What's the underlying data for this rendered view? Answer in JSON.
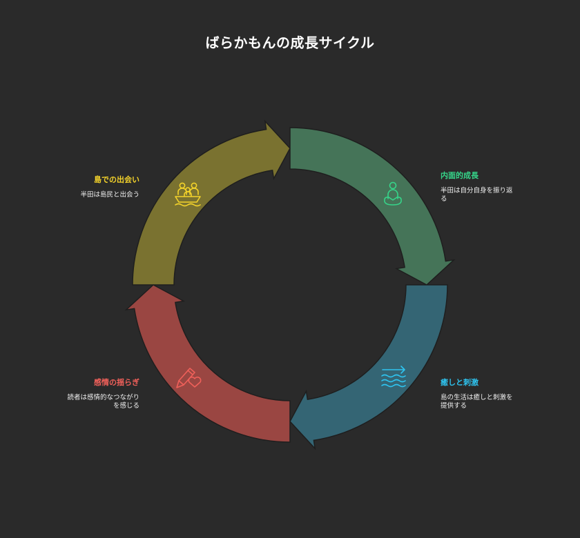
{
  "title": "ばらかもんの成長サイクル",
  "colors": {
    "background": "#2a2a2a",
    "island": "#7a7230",
    "inner": "#457458",
    "healing": "#346574",
    "emotion": "#9a4642",
    "island_text": "#f4d32a",
    "inner_text": "#36d68a",
    "healing_text": "#2ec4f0",
    "emotion_text": "#f0605a"
  },
  "stages": [
    {
      "id": "island",
      "label": "島での出会い",
      "description": "半田は島民と出会う",
      "icon": "people-in-boat-icon"
    },
    {
      "id": "inner",
      "label": "内面的成長",
      "description": "半田は自分自身を振り返る",
      "icon": "meditating-person-icon"
    },
    {
      "id": "healing",
      "label": "癒しと刺激",
      "description": "島の生活は癒しと刺激を提供する",
      "icon": "waves-arrow-icon"
    },
    {
      "id": "emotion",
      "label": "感情の揺らぎ",
      "description": "読者は感情的なつながりを感じる",
      "icon": "pencil-heart-icon"
    }
  ]
}
